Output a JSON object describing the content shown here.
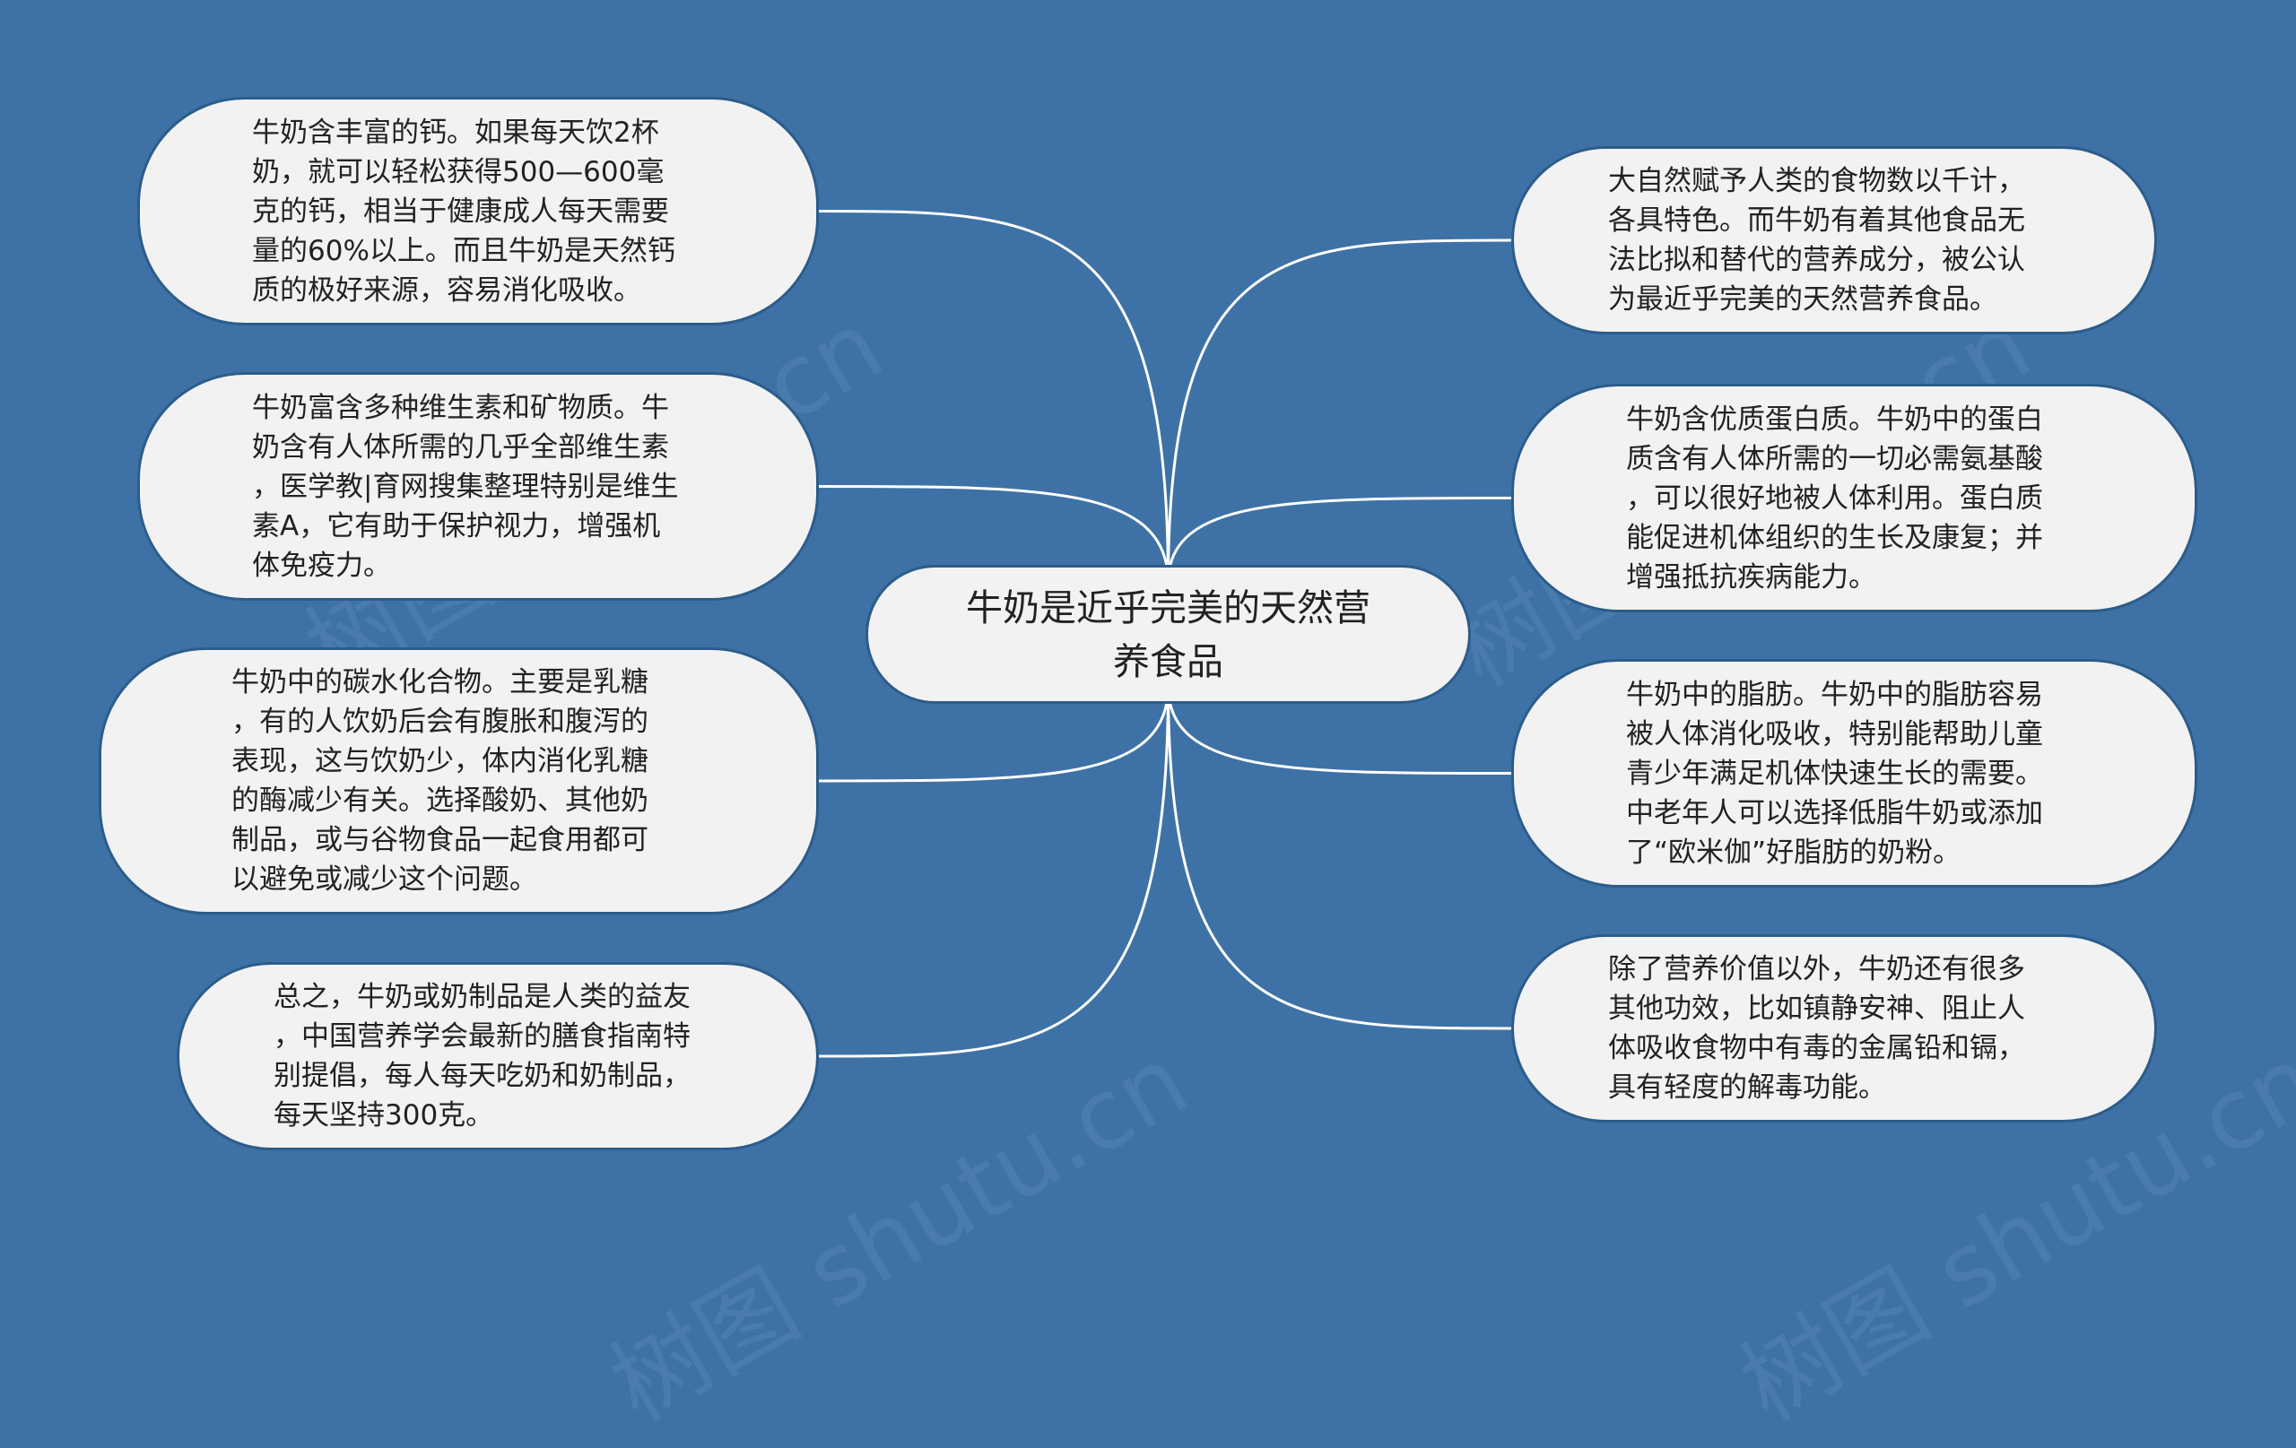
{
  "center_topic": "牛奶是近乎完美的天然营\n养食品",
  "left_nodes": [
    "牛奶含丰富的钙。如果每天饮2杯\n奶，就可以轻松获得500—600毫\n克的钙，相当于健康成人每天需要\n量的60%以上。而且牛奶是天然钙\n质的极好来源，容易消化吸收。",
    "牛奶富含多种维生素和矿物质。牛\n奶含有人体所需的几乎全部维生素\n，医学教|育网搜集整理特别是维生\n素A，它有助于保护视力，增强机\n体免疫力。",
    "牛奶中的碳水化合物。主要是乳糖\n，有的人饮奶后会有腹胀和腹泻的\n表现，这与饮奶少，体内消化乳糖\n的酶减少有关。选择酸奶、其他奶\n制品，或与谷物食品一起食用都可\n以避免或减少这个问题。",
    "总之，牛奶或奶制品是人类的益友\n，中国营养学会最新的膳食指南特\n别提倡，每人每天吃奶和奶制品，\n每天坚持300克。"
  ],
  "right_nodes": [
    "大自然赋予人类的食物数以千计，\n各具特色。而牛奶有着其他食品无\n法比拟和替代的营养成分，被公认\n为最近乎完美的天然营养食品。",
    "牛奶含优质蛋白质。牛奶中的蛋白\n质含有人体所需的一切必需氨基酸\n，可以很好地被人体利用。蛋白质\n能促进机体组织的生长及康复；并\n增强抵抗疾病能力。",
    "牛奶中的脂肪。牛奶中的脂肪容易\n被人体消化吸收，特别能帮助儿童\n青少年满足机体快速生长的需要。\n中老年人可以选择低脂牛奶或添加\n了“欧米伽”好脂肪的奶粉。",
    "除了营养价值以外，牛奶还有很多\n其他功效，比如镇静安神、阻止人\n体吸收食物中有毒的金属铅和镉，\n具有轻度的解毒功能。"
  ],
  "watermark": "树图 shutu.cn",
  "colors": {
    "background": "#3e72a6",
    "node_fill": "#f2f2f2",
    "node_border": "#2c5c8a",
    "edge": "#ffffff"
  }
}
